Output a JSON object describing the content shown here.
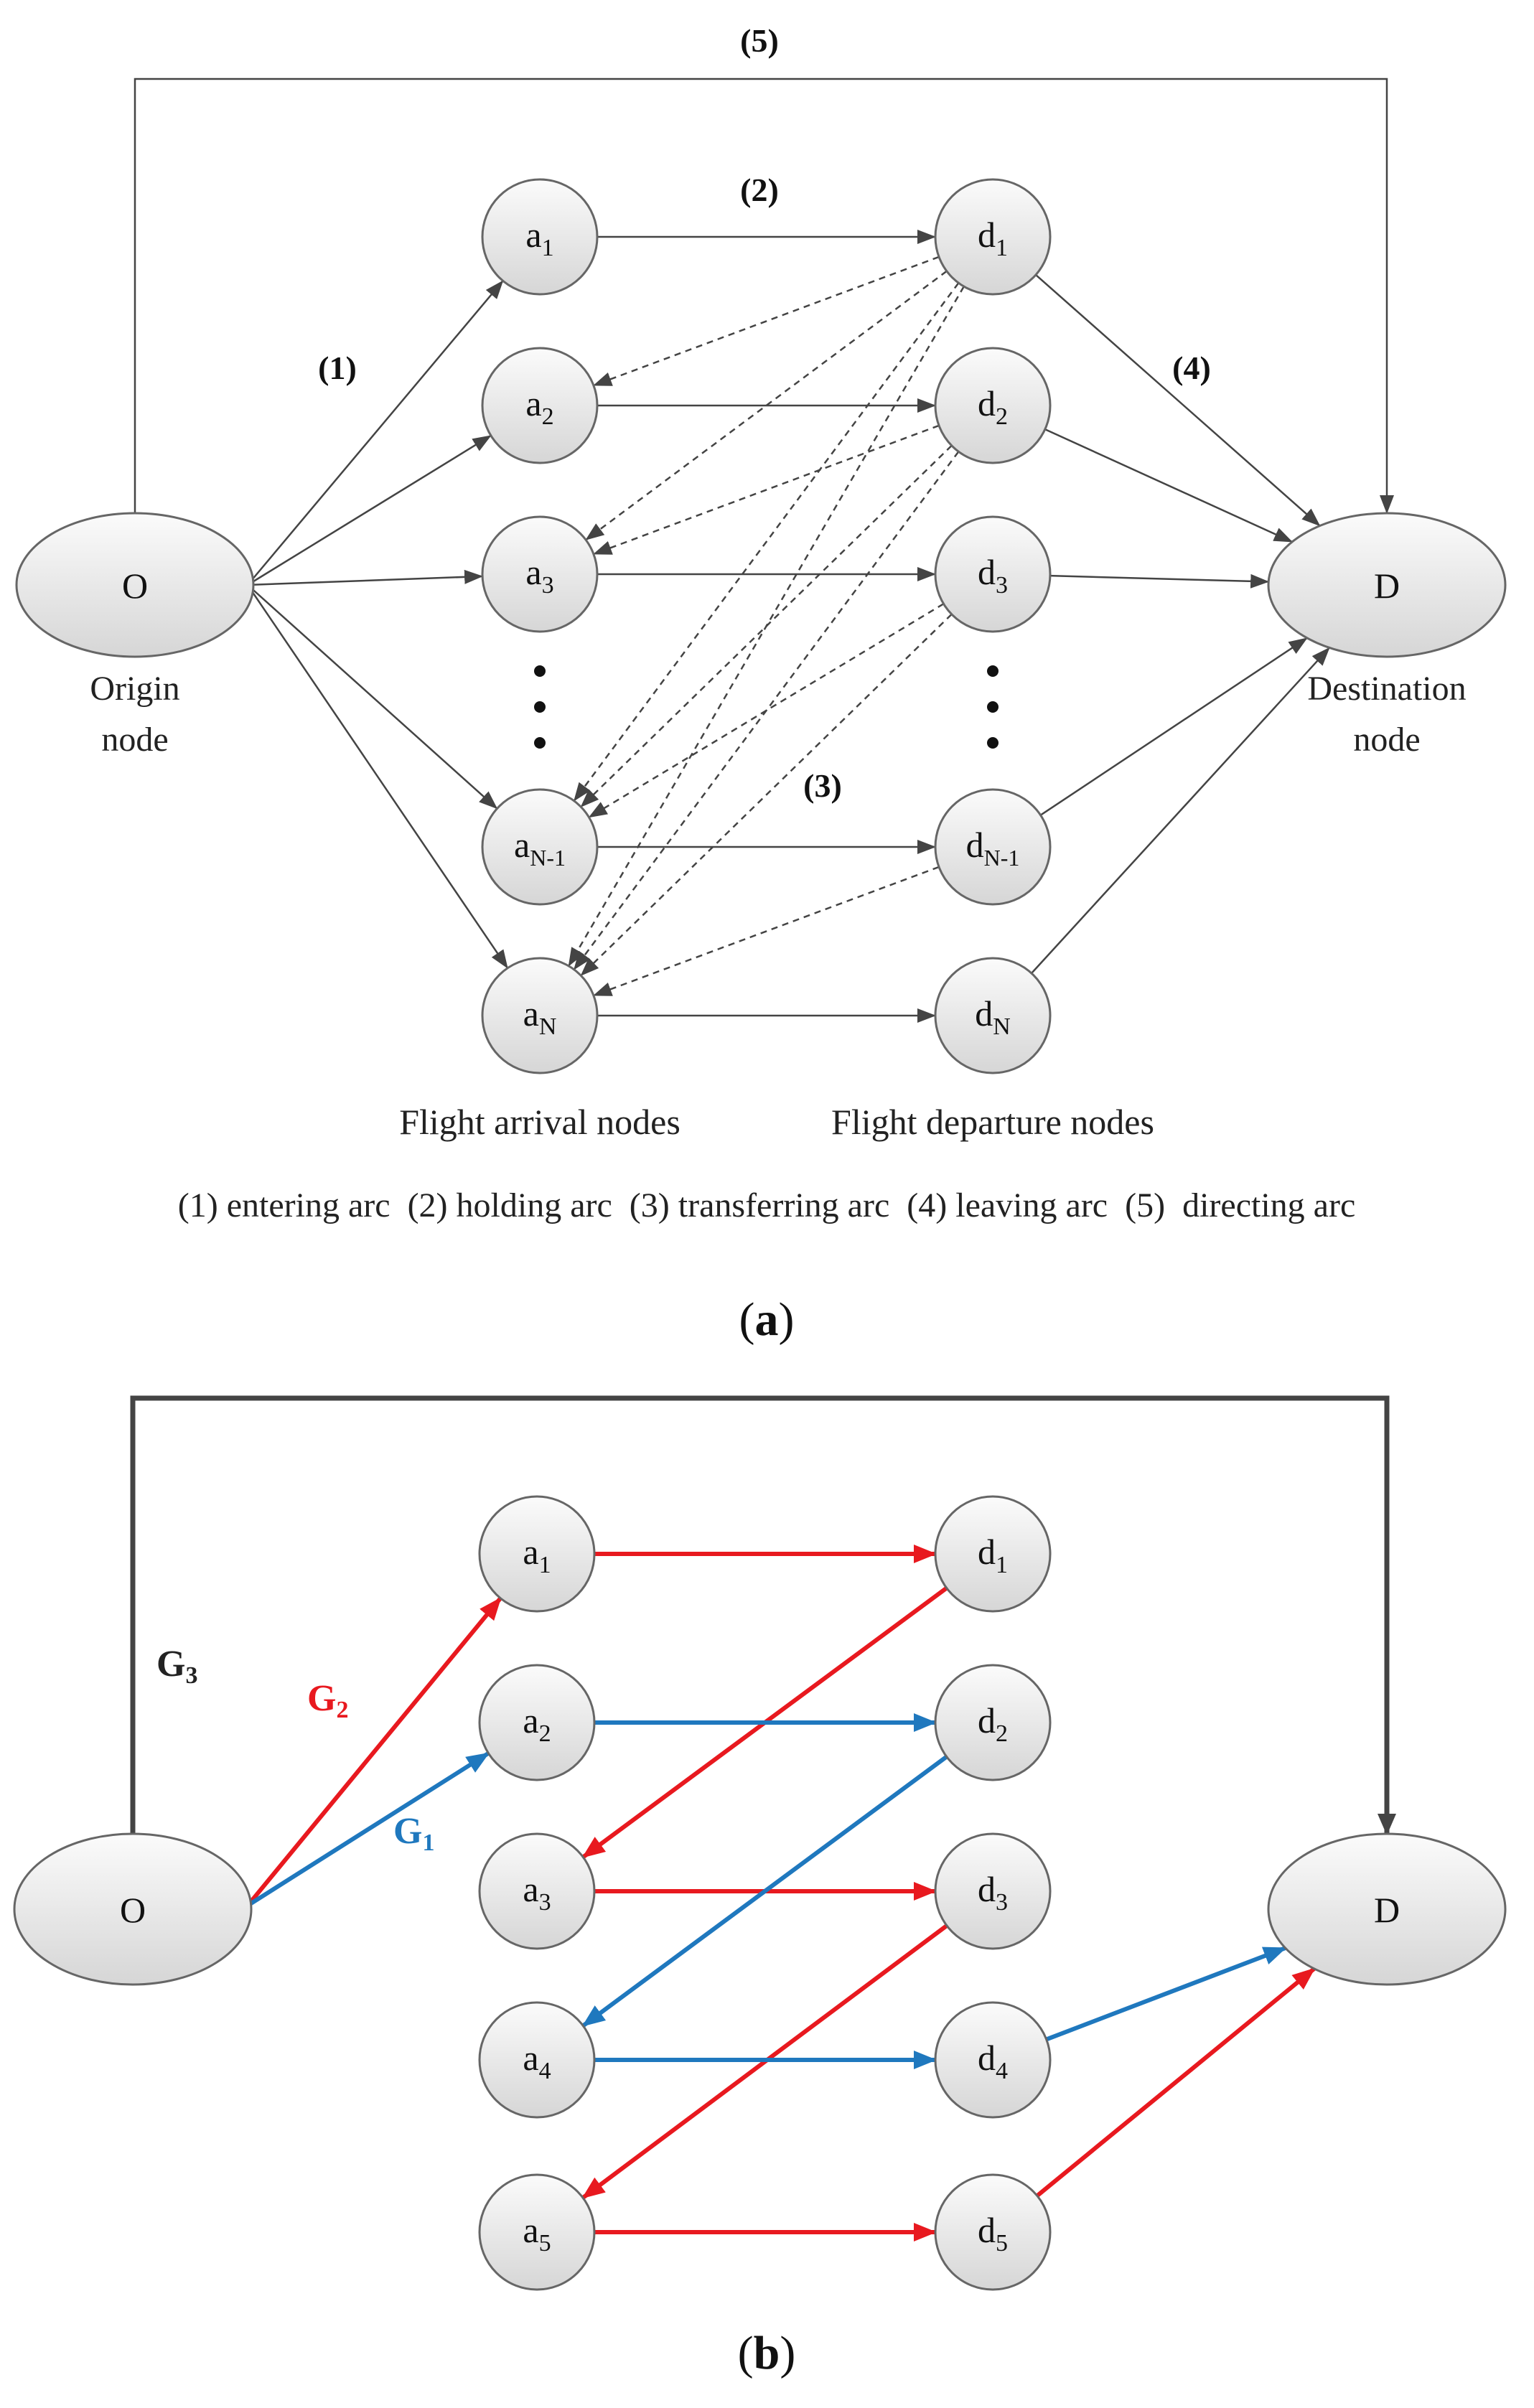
{
  "colors": {
    "node_fill_light": "#fbfbfb",
    "node_fill_dark": "#d6d6d6",
    "node_stroke": "#666666",
    "arc_black": "#444444",
    "arc_red": "#e8191f",
    "arc_blue": "#1f78be"
  },
  "panel_a": {
    "caption_text": "a",
    "origin": {
      "letter": "O",
      "label_line1": "Origin",
      "label_line2": "node"
    },
    "destination": {
      "letter": "D",
      "label_line1": "Destination",
      "label_line2": "node"
    },
    "arrival_nodes": [
      {
        "base": "a",
        "sub": "1"
      },
      {
        "base": "a",
        "sub": "2"
      },
      {
        "base": "a",
        "sub": "3"
      },
      {
        "base": "a",
        "sub": "N-1"
      },
      {
        "base": "a",
        "sub": "N"
      }
    ],
    "departure_nodes": [
      {
        "base": "d",
        "sub": "1"
      },
      {
        "base": "d",
        "sub": "2"
      },
      {
        "base": "d",
        "sub": "3"
      },
      {
        "base": "d",
        "sub": "N-1"
      },
      {
        "base": "d",
        "sub": "N"
      }
    ],
    "arc_labels": {
      "entering": "(1)",
      "holding": "(2)",
      "transferring": "(3)",
      "leaving": "(4)",
      "directing": "(5)"
    },
    "column_labels": {
      "arrival": "Flight arrival nodes",
      "departure": "Flight departure nodes"
    },
    "legend": "(1) entering arc  (2) holding arc  (3) transferring arc  (4) leaving arc  (5)  directing arc"
  },
  "panel_b": {
    "caption_text": "b",
    "origin": {
      "letter": "O"
    },
    "destination": {
      "letter": "D"
    },
    "arrival_nodes": [
      {
        "base": "a",
        "sub": "1"
      },
      {
        "base": "a",
        "sub": "2"
      },
      {
        "base": "a",
        "sub": "3"
      },
      {
        "base": "a",
        "sub": "4"
      },
      {
        "base": "a",
        "sub": "5"
      }
    ],
    "departure_nodes": [
      {
        "base": "d",
        "sub": "1"
      },
      {
        "base": "d",
        "sub": "2"
      },
      {
        "base": "d",
        "sub": "3"
      },
      {
        "base": "d",
        "sub": "4"
      },
      {
        "base": "d",
        "sub": "5"
      }
    ],
    "groups": [
      {
        "base": "G",
        "sub": "1",
        "color": "#1f78be"
      },
      {
        "base": "G",
        "sub": "2",
        "color": "#e8191f"
      },
      {
        "base": "G",
        "sub": "3",
        "color": "#222222"
      }
    ]
  }
}
